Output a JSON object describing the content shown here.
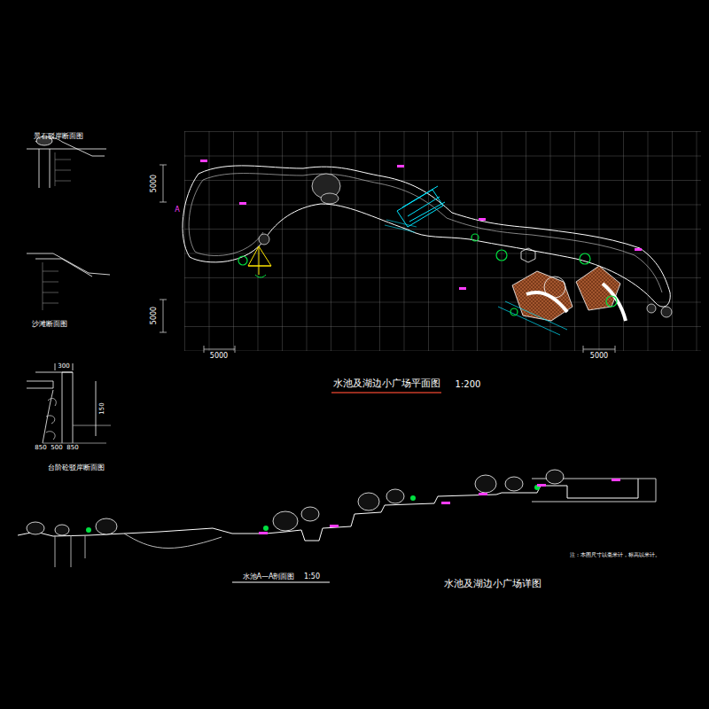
{
  "diagram": {
    "title": "水池及湖边小广场平面图",
    "caption": "水池及湖边小广场详图",
    "labels": [
      "1:200",
      "景石驳岸断面图",
      "沙滩断面图",
      "台阶砼驳岸断面图",
      "水池A—A剖面图",
      "1:50",
      "注：本图尺寸以毫米计，标高以米计。",
      "5000",
      "5000",
      "5000",
      "5000",
      "300",
      "150",
      "850",
      "500",
      "850",
      "A"
    ]
  }
}
